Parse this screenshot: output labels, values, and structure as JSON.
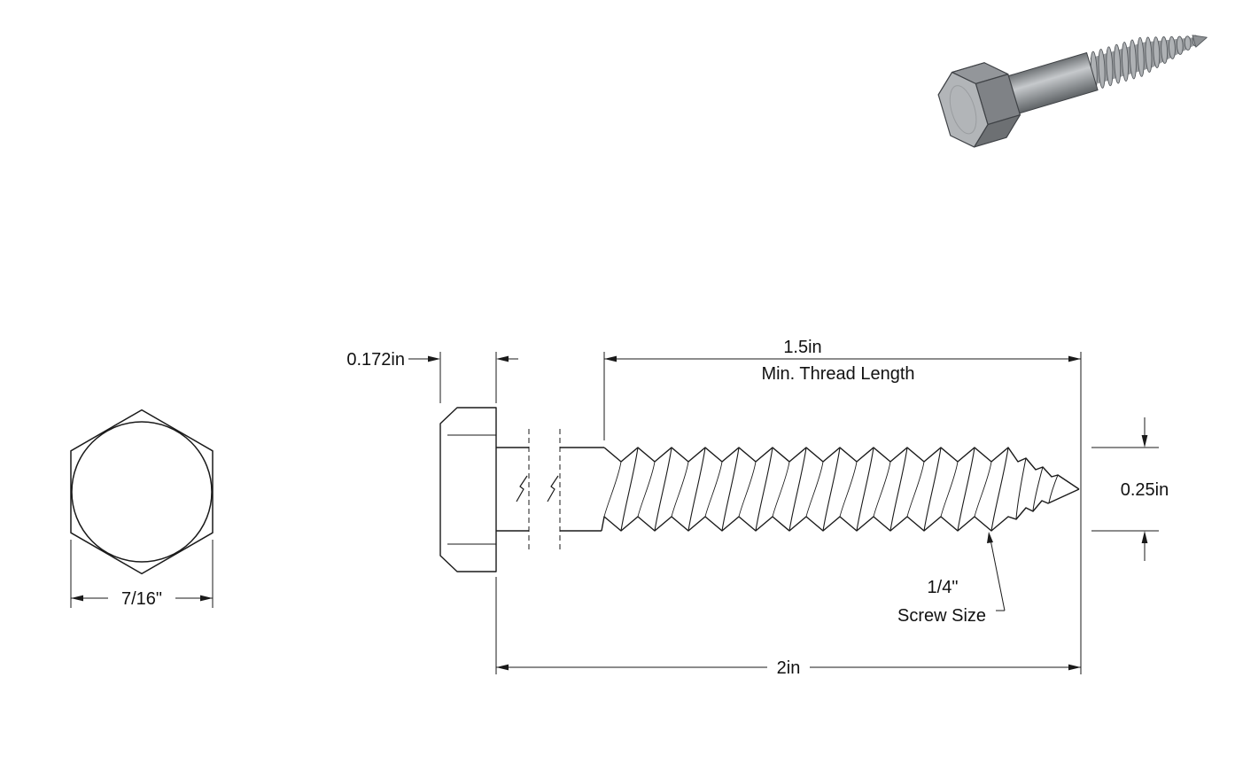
{
  "dimensions": {
    "hex_width": "7/16\"",
    "head_height": "0.172in",
    "thread_length": "1.5in",
    "thread_length_note": "Min. Thread Length",
    "diameter": "0.25in",
    "screw_size": "1/4\"",
    "screw_size_note": "Screw Size",
    "overall_length": "2in"
  },
  "colors": {
    "line": "#1a1a1a",
    "metal_light": "#b2b5b8",
    "metal_mid": "#96999c",
    "metal_dark": "#6d7073",
    "background": "#ffffff"
  }
}
